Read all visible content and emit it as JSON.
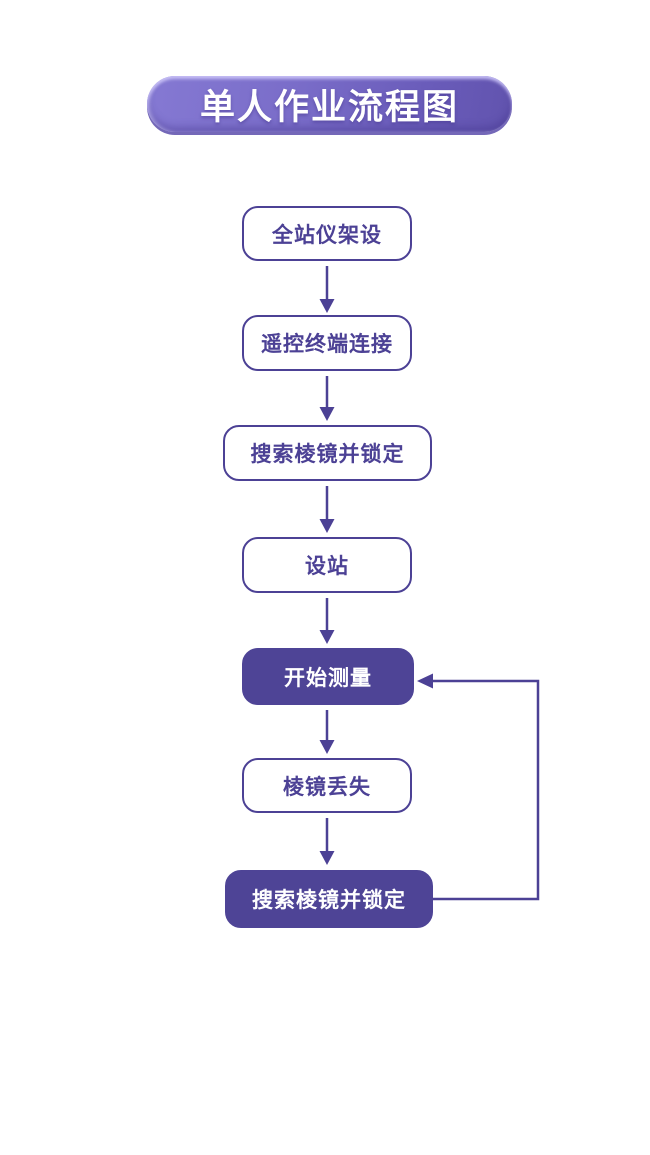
{
  "title": {
    "text": "单人作业流程图"
  },
  "colors": {
    "primary": "#4c4195",
    "node_fill": "#4e4496",
    "banner_gradient_start": "#8579d3",
    "banner_gradient_end": "#6153ae",
    "text_on_dark": "#ffffff",
    "background": "#ffffff"
  },
  "nodes": [
    {
      "id": "total-station-setup",
      "label": "全站仪架设",
      "variant": "outline"
    },
    {
      "id": "remote-terminal-connect",
      "label": "遥控终端连接",
      "variant": "outline"
    },
    {
      "id": "search-prism-lock",
      "label": "搜索棱镜并锁定",
      "variant": "outline"
    },
    {
      "id": "set-station",
      "label": "设站",
      "variant": "outline"
    },
    {
      "id": "start-measurement",
      "label": "开始测量",
      "variant": "filled"
    },
    {
      "id": "prism-lost",
      "label": "棱镜丢失",
      "variant": "outline"
    },
    {
      "id": "search-prism-lock-again",
      "label": "搜索棱镜并锁定",
      "variant": "filled"
    }
  ],
  "edges": [
    {
      "from": "total-station-setup",
      "to": "remote-terminal-connect",
      "type": "down"
    },
    {
      "from": "remote-terminal-connect",
      "to": "search-prism-lock",
      "type": "down"
    },
    {
      "from": "search-prism-lock",
      "to": "set-station",
      "type": "down"
    },
    {
      "from": "set-station",
      "to": "start-measurement",
      "type": "down"
    },
    {
      "from": "start-measurement",
      "to": "prism-lost",
      "type": "down"
    },
    {
      "from": "prism-lost",
      "to": "search-prism-lock-again",
      "type": "down"
    },
    {
      "from": "search-prism-lock-again",
      "to": "start-measurement",
      "type": "loop-back-right"
    }
  ]
}
